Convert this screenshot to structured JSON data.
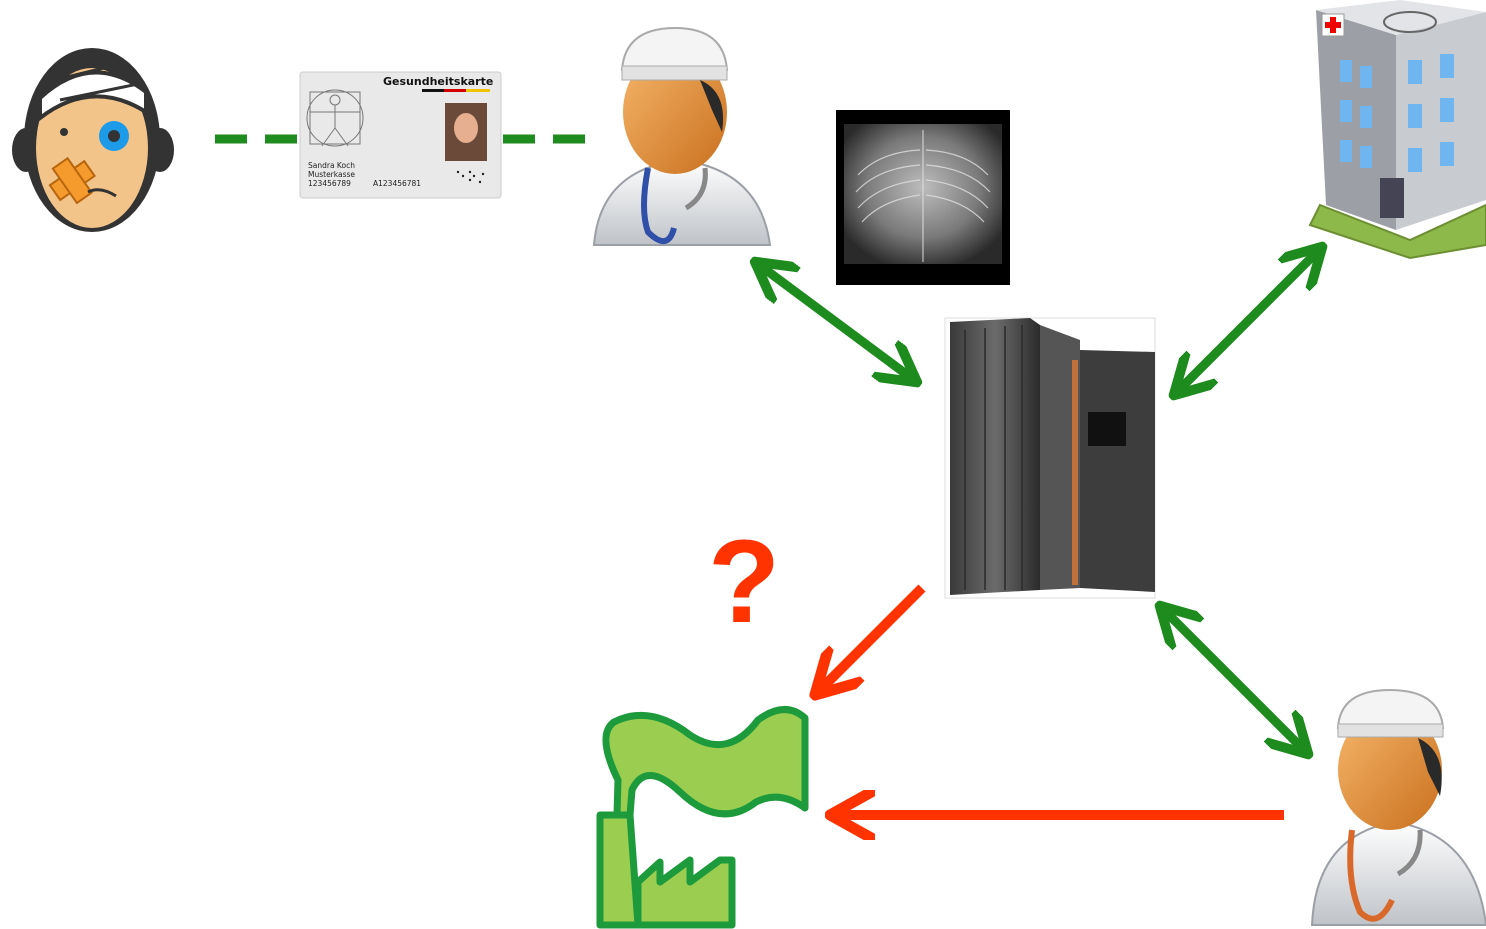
{
  "colors": {
    "link_green": "#1E8B1E",
    "flow_red": "#FF3300",
    "factory_green": "#9ACD50",
    "factory_outline": "#1C9A3C",
    "skin": "#E8973A",
    "coat": "#E6E6E6"
  },
  "icons": [
    "patient-icon",
    "health-card",
    "doctor-icon",
    "xray-image",
    "mainframe-server-icon",
    "hospital-icon",
    "factory-icon",
    "doctor-icon-2"
  ],
  "card": {
    "title": "Gesundheitskarte",
    "name": "Sandra Koch",
    "insurer": "Musterkasse",
    "insured_number": "123456789",
    "card_number": "A123456781"
  },
  "question_mark": "?"
}
